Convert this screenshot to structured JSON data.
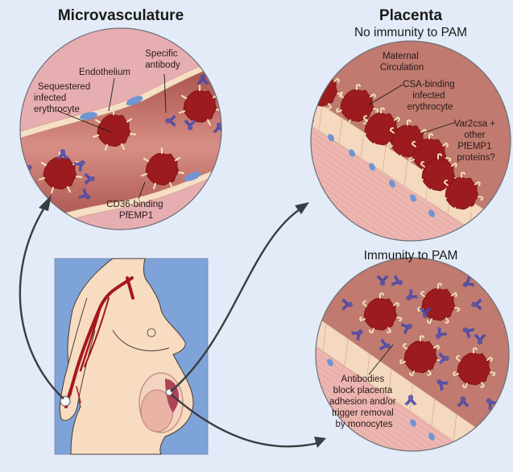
{
  "panels": {
    "microvasculature": {
      "title": "Microvasculature",
      "labels": {
        "endothelium": "Endothelium",
        "specific_antibody": [
          "Specific",
          "antibody"
        ],
        "sequestered": [
          "Sequestered",
          "infected",
          "erythrocyte"
        ],
        "cd36": [
          "CD36-binding",
          "PfEMP1"
        ]
      }
    },
    "placenta_no_immunity": {
      "title": "Placenta",
      "subtitle": "No immunity to PAM",
      "labels": {
        "maternal": [
          "Maternal",
          "Circulation"
        ],
        "csa": [
          "CSA-binding",
          "infected",
          "erythrocyte"
        ],
        "var2csa": [
          "Var2csa +",
          "other",
          "PfEMP1",
          "proteins?"
        ]
      }
    },
    "placenta_immunity": {
      "title": "Immunity to PAM",
      "labels": {
        "antibodies": [
          "Antibodies",
          "block placenta",
          "adhesion and/or",
          "trigger removal",
          "by monocytes"
        ]
      }
    }
  },
  "colors": {
    "background": "#e4ebf8",
    "vessel_wall": "#e7aeb2",
    "blood": "#b35a55",
    "infected_cell": "#9b1b1e",
    "endothelium": "#f6dfc4",
    "nucleus": "#6f96d0",
    "antibody": "#4a4aa8",
    "placenta_blood": "#c07a6f",
    "trophoblast": "#f4d8c0",
    "muscle": "#eeb7b3",
    "body_panel": "#7ea3d8",
    "skin": "#f7dcc2",
    "artery": "#a5171c",
    "arrow": "#3a3e42"
  }
}
